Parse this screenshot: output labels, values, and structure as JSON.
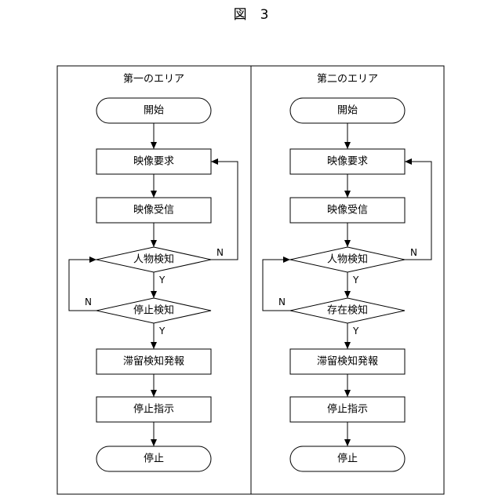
{
  "figure": {
    "title": "図　3"
  },
  "lanes": [
    {
      "title": "第一のエリア",
      "nodes": [
        {
          "id": "start",
          "type": "terminal",
          "label": "開始"
        },
        {
          "id": "req",
          "type": "process",
          "label": "映像要求"
        },
        {
          "id": "recv",
          "type": "process",
          "label": "映像受信"
        },
        {
          "id": "person",
          "type": "decision",
          "label": "人物検知"
        },
        {
          "id": "check",
          "type": "decision",
          "label": "停止検知"
        },
        {
          "id": "notify",
          "type": "process",
          "label": "滞留検知発報"
        },
        {
          "id": "cmd",
          "type": "process",
          "label": "停止指示"
        },
        {
          "id": "end",
          "type": "terminal",
          "label": "停止"
        }
      ],
      "branches": {
        "person_yes": "Y",
        "person_no": "N",
        "check_yes": "Y",
        "check_no": "N"
      }
    },
    {
      "title": "第二のエリア",
      "nodes": [
        {
          "id": "start",
          "type": "terminal",
          "label": "開始"
        },
        {
          "id": "req",
          "type": "process",
          "label": "映像要求"
        },
        {
          "id": "recv",
          "type": "process",
          "label": "映像受信"
        },
        {
          "id": "person",
          "type": "decision",
          "label": "人物検知"
        },
        {
          "id": "check",
          "type": "decision",
          "label": "存在検知"
        },
        {
          "id": "notify",
          "type": "process",
          "label": "滞留検知発報"
        },
        {
          "id": "cmd",
          "type": "process",
          "label": "停止指示"
        },
        {
          "id": "end",
          "type": "terminal",
          "label": "停止"
        }
      ],
      "branches": {
        "person_yes": "Y",
        "person_no": "N",
        "check_yes": "Y",
        "check_no": "N"
      }
    }
  ]
}
